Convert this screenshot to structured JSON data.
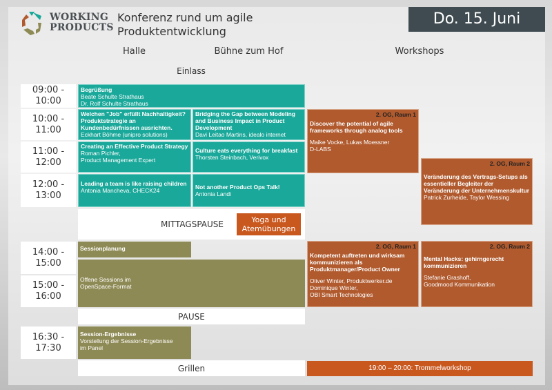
{
  "header": {
    "logo_line1": "WORKING",
    "logo_line2": "PRODUCTS",
    "title_line1": "Konferenz rund um agile",
    "title_line2": "Produktentwicklung",
    "date": "Do. 15. Juni"
  },
  "columns": {
    "halle": "Halle",
    "buehne": "Bühne zum Hof",
    "workshops": "Workshops"
  },
  "einlass": "Einlass",
  "times": [
    [
      "09:00 -",
      "10:00"
    ],
    [
      "10:00 -",
      "11:00"
    ],
    [
      "11:00 -",
      "12:00"
    ],
    [
      "12:00 -",
      "13:00"
    ],
    [
      "14:00 -",
      "15:00"
    ],
    [
      "15:00 -",
      "16:00"
    ],
    [
      "16:30 -",
      "17:30"
    ]
  ],
  "sessions": {
    "welcome": {
      "title": "Begrüßung",
      "l1": "Beate Schulte Strathaus",
      "l2": "Dr. Rolf Schulte Strathaus"
    },
    "h1": {
      "title": "Welchen \"Job\" erfüllt Nachhaltigkeit? Produktstrategie an Kundenbedürfnissen ausrichten.",
      "speaker": "Eckhart Böhme (unipro solutions)"
    },
    "b1": {
      "title": "Bridging the Gap between Modeling and Business Impact in Product Development",
      "speaker": "Davi Leitao Martins, idealo internet"
    },
    "h2": {
      "title": "Creating an Effective Product Strategy",
      "l1": "Roman Pichler,",
      "l2": "Product Management Expert"
    },
    "b2": {
      "title": "Culture eats everything for breakfast",
      "speaker": "Thorsten Steinbach, Verivox"
    },
    "h3": {
      "title": "Leading a team is like raising children",
      "speaker": "Antonia Mancheva, CHECK24"
    },
    "b3": {
      "title": "Not another Product Ops Talk!",
      "speaker": "Antonia Landi"
    },
    "lunch": "MITTAGSPAUSE",
    "yoga": "Yoga und Atemübungen",
    "sessionplanung": "Sessionplanung",
    "offene_l1": "Offene Sessions im",
    "offene_l2": "OpenSpace-Format",
    "pause": "PAUSE",
    "ergebnisse": {
      "title": "Session-Ergebnisse",
      "l1": "Vorstellung der Session-Ergebnisse",
      "l2": "im Panel"
    },
    "grillen": "Grillen",
    "trommel": "19:00 – 20:00: Trommelworkshop"
  },
  "workshops": [
    {
      "room": "2. OG, Raum 1",
      "title": "Discover the potential of agile frameworks through analog tools",
      "l1": "Maike Vocke, Lukas Moessner",
      "l2": "D-LABS"
    },
    {
      "room": "2. OG, Raum 2",
      "title": "Veränderung des Vertrags-Setups als essentieller Begleiter der Veränderung der Unternehmenskultur",
      "l1": "Patrick Zurheide, Taylor Wessing"
    },
    {
      "room": "2. OG, Raum 1",
      "title": "Kompetent auftreten und wirksam kommunizieren als Produktmanager/Product Owner",
      "l1": "Oliver Winter, Produktwerker.de",
      "l2": "Dominique Winter,",
      "l3": "OBI Smart Technologies"
    },
    {
      "room": "2. OG, Raum 2",
      "title": "Mental Hacks: gehirngerecht kommunizieren",
      "l1": "Stefanie Grashoff,",
      "l2": "Goodmood Kommunikation"
    }
  ],
  "colors": {
    "teal": "#1aa89a",
    "brown": "#b05a2e",
    "olive": "#8e8a55",
    "orange": "#c9581f",
    "dark": "#3f4b50"
  }
}
